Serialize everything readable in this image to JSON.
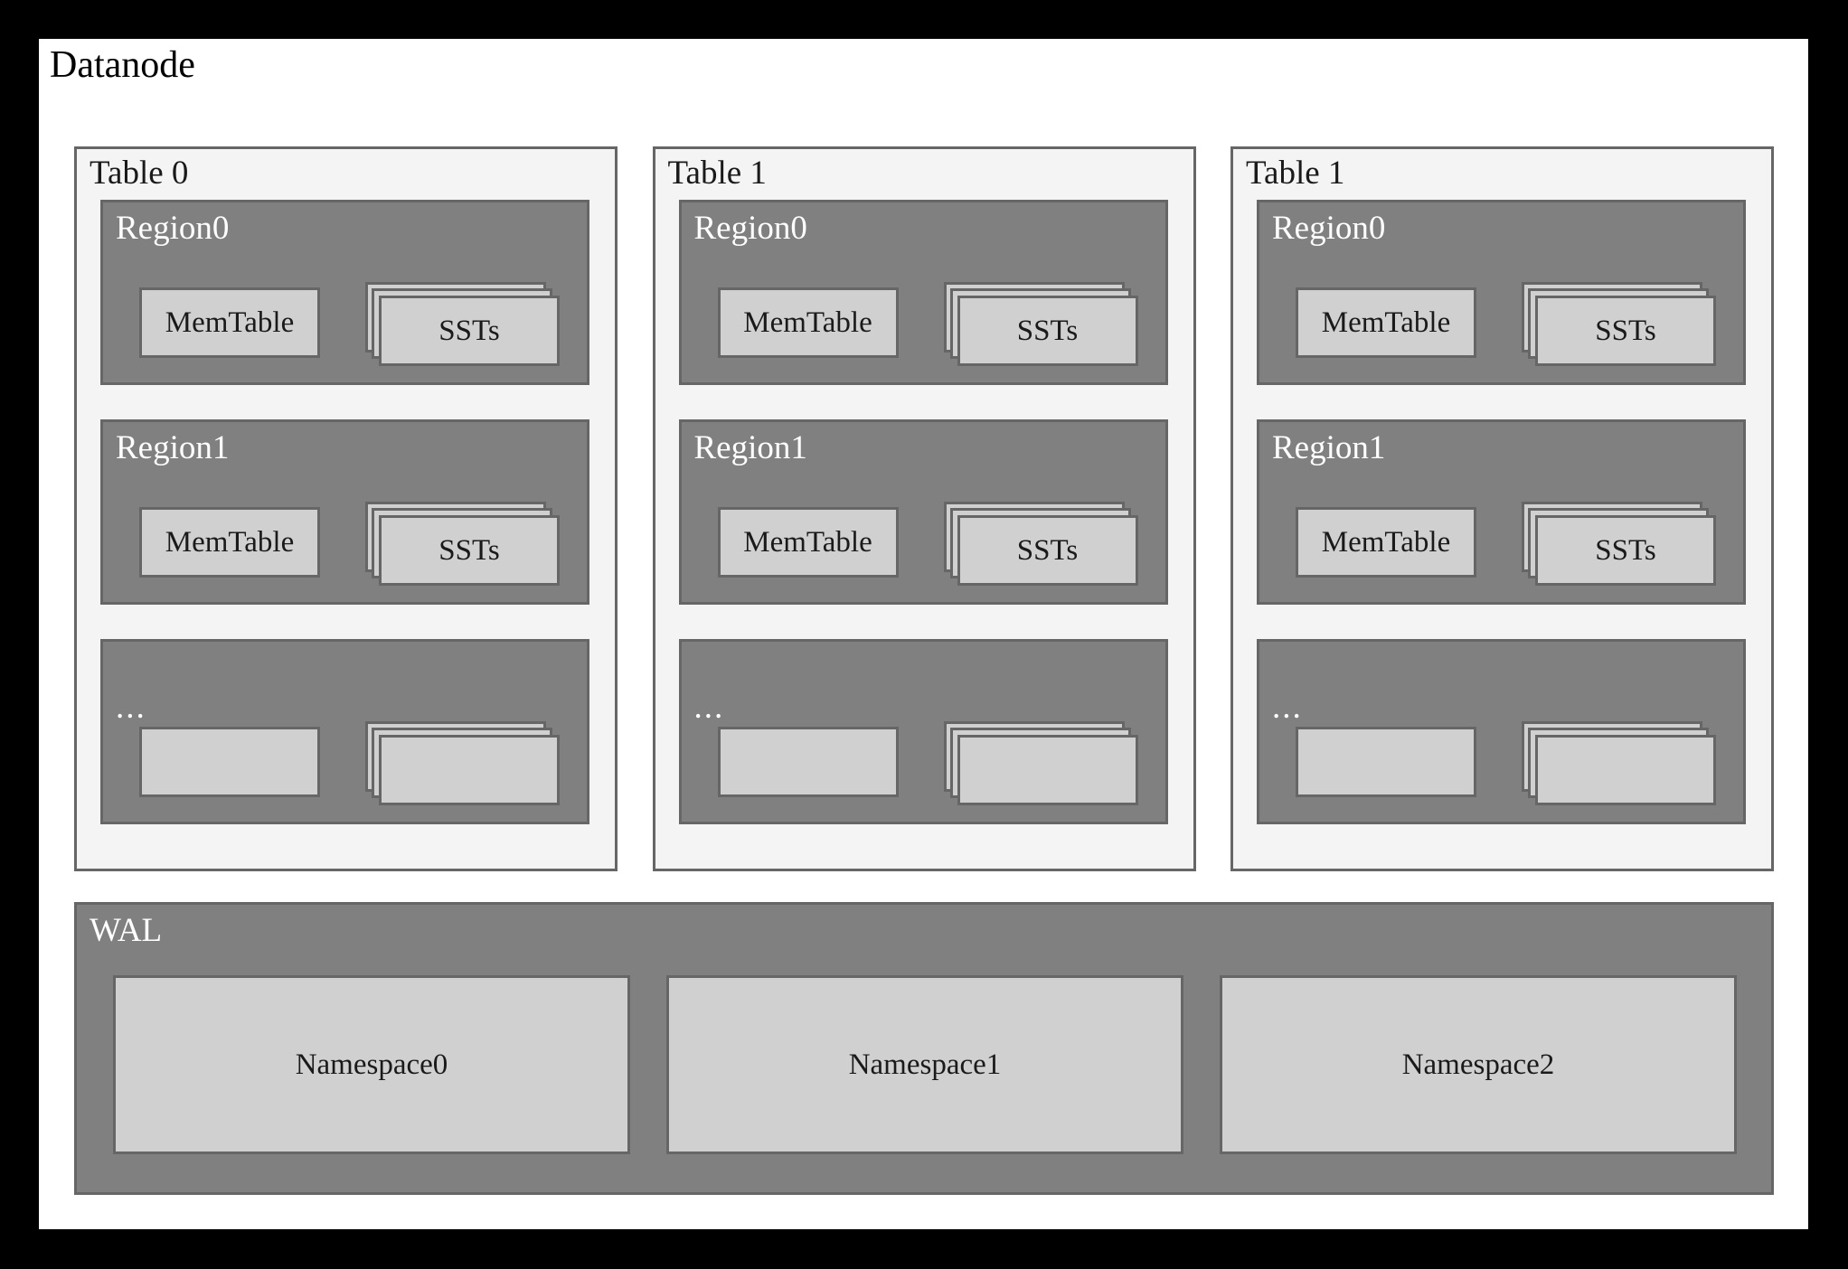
{
  "diagram": {
    "title": "Datanode",
    "colors": {
      "outer_frame": "#000000",
      "canvas": "#ffffff",
      "table_panel_fill": "#f4f4f4",
      "region_fill": "#808080",
      "inner_box_fill": "#d0d0d0",
      "border": "#666666",
      "dark_text": "#1a1a1a",
      "light_text": "#ffffff"
    },
    "tables": [
      {
        "label": "Table 0",
        "regions": [
          {
            "label": "Region0",
            "memtable_label": "MemTable",
            "ssts_label": "SSTs",
            "sst_layer_count": 3
          },
          {
            "label": "Region1",
            "memtable_label": "MemTable",
            "ssts_label": "SSTs",
            "sst_layer_count": 3
          },
          {
            "label": "...",
            "memtable_label": "",
            "ssts_label": "",
            "sst_layer_count": 3
          }
        ]
      },
      {
        "label": "Table 1",
        "regions": [
          {
            "label": "Region0",
            "memtable_label": "MemTable",
            "ssts_label": "SSTs",
            "sst_layer_count": 3
          },
          {
            "label": "Region1",
            "memtable_label": "MemTable",
            "ssts_label": "SSTs",
            "sst_layer_count": 3
          },
          {
            "label": "...",
            "memtable_label": "",
            "ssts_label": "",
            "sst_layer_count": 3
          }
        ]
      },
      {
        "label": "Table 1",
        "regions": [
          {
            "label": "Region0",
            "memtable_label": "MemTable",
            "ssts_label": "SSTs",
            "sst_layer_count": 3
          },
          {
            "label": "Region1",
            "memtable_label": "MemTable",
            "ssts_label": "SSTs",
            "sst_layer_count": 3
          },
          {
            "label": "...",
            "memtable_label": "",
            "ssts_label": "",
            "sst_layer_count": 3
          }
        ]
      }
    ],
    "wal": {
      "label": "WAL",
      "namespaces": [
        {
          "label": "Namespace0"
        },
        {
          "label": "Namespace1"
        },
        {
          "label": "Namespace2"
        }
      ]
    }
  }
}
